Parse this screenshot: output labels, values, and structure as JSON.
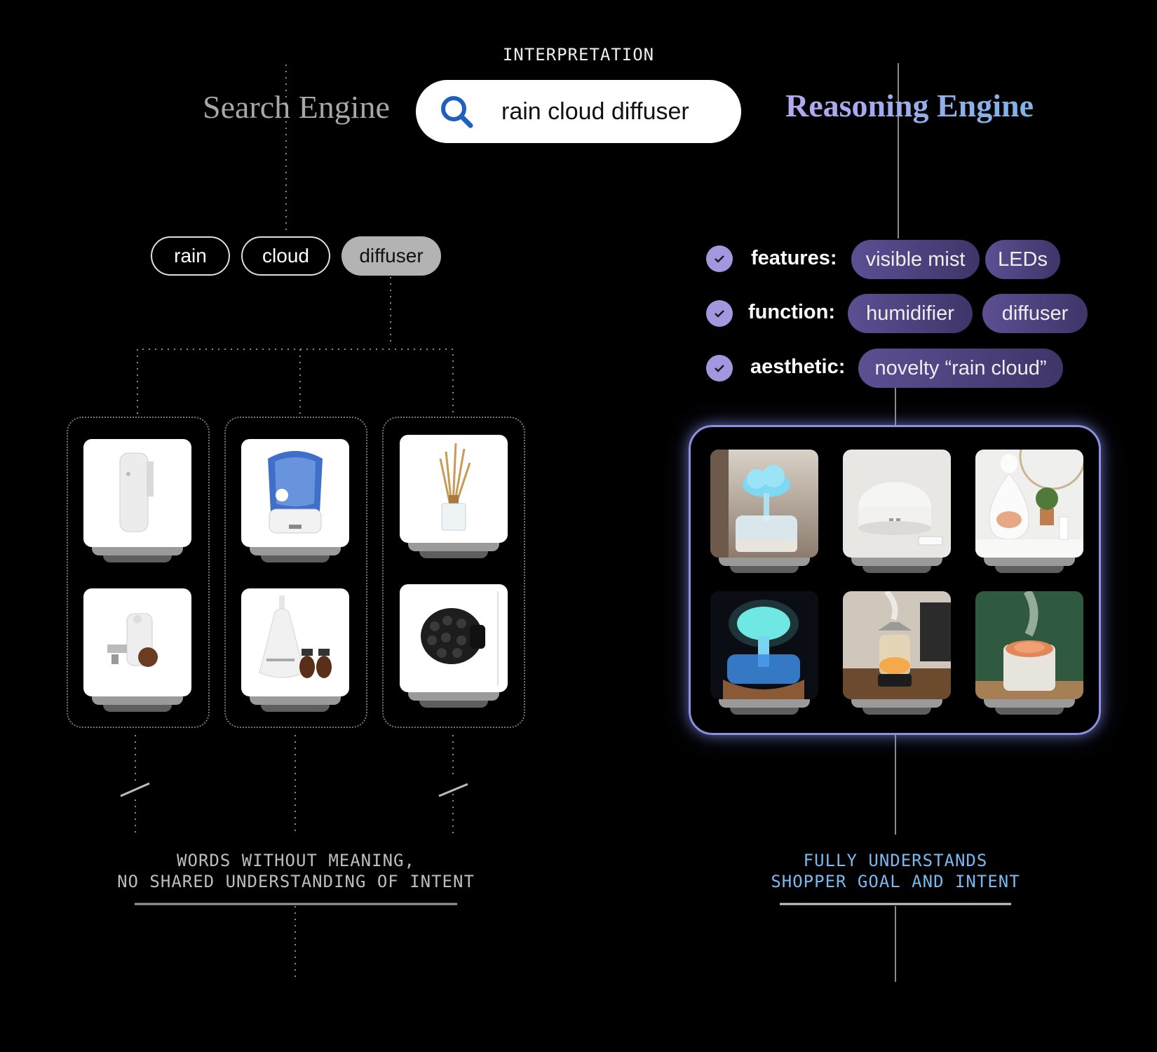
{
  "header": {
    "interpretation_label": "INTERPRETATION"
  },
  "search": {
    "query": "rain cloud diffuser",
    "icon": "magnifier-icon",
    "icon_color": "#1e5fbf"
  },
  "left": {
    "title": "Search Engine",
    "tokens": [
      {
        "label": "rain",
        "style": "outline"
      },
      {
        "label": "cloud",
        "style": "outline"
      },
      {
        "label": "diffuser",
        "style": "filled"
      }
    ],
    "products": [
      [
        "plug-in-air-freshener",
        "wall-plug-diffuser"
      ],
      [
        "blue-humidifier",
        "white-oil-diffuser-with-bottles"
      ],
      [
        "reed-diffuser",
        "hair-dryer-diffuser"
      ]
    ],
    "caption_line1": "WORDS WITHOUT MEANING,",
    "caption_line2": "NO SHARED UNDERSTANDING OF INTENT",
    "caption_color": "#bdbdbd"
  },
  "right": {
    "title": "Reasoning Engine",
    "title_gradient": [
      "#b5a8f0",
      "#7fb2e8"
    ],
    "attributes": [
      {
        "label": "features:",
        "chips": [
          "visible mist",
          "LEDs"
        ]
      },
      {
        "label": "function:",
        "chips": [
          "humidifier",
          "diffuser"
        ]
      },
      {
        "label": "aesthetic:",
        "chips": [
          "novelty “rain cloud”"
        ]
      }
    ],
    "products": [
      "rain-cloud-humidifier",
      "white-dome-diffuser",
      "teardrop-salt-diffuser",
      "glowing-mushroom-cloud-lamp",
      "table-rain-cloud-diffuser",
      "salt-rock-mist-diffuser"
    ],
    "caption_line1": "FULLY UNDERSTANDS",
    "caption_line2": "SHOPPER GOAL AND INTENT",
    "caption_color": "#7ab8f0"
  },
  "colors": {
    "accent_purple": "#a596e0",
    "chip_purple": "#4d427e",
    "box_border": "#8d8fe0"
  }
}
